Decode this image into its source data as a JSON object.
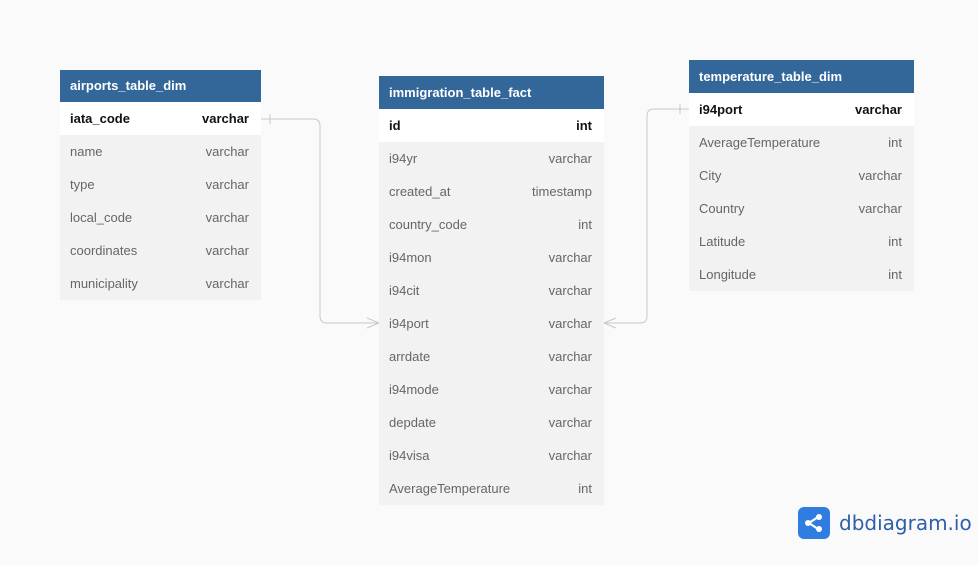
{
  "tables": {
    "airports": {
      "title": "airports_table_dim",
      "columns": [
        {
          "name": "iata_code",
          "type": "varchar"
        },
        {
          "name": "name",
          "type": "varchar"
        },
        {
          "name": "type",
          "type": "varchar"
        },
        {
          "name": "local_code",
          "type": "varchar"
        },
        {
          "name": "coordinates",
          "type": "varchar"
        },
        {
          "name": "municipality",
          "type": "varchar"
        }
      ]
    },
    "immigration": {
      "title": "immigration_table_fact",
      "columns": [
        {
          "name": "id",
          "type": "int"
        },
        {
          "name": "i94yr",
          "type": "varchar"
        },
        {
          "name": "created_at",
          "type": "timestamp"
        },
        {
          "name": "country_code",
          "type": "int"
        },
        {
          "name": "i94mon",
          "type": "varchar"
        },
        {
          "name": "i94cit",
          "type": "varchar"
        },
        {
          "name": "i94port",
          "type": "varchar"
        },
        {
          "name": "arrdate",
          "type": "varchar"
        },
        {
          "name": "i94mode",
          "type": "varchar"
        },
        {
          "name": "depdate",
          "type": "varchar"
        },
        {
          "name": "i94visa",
          "type": "varchar"
        },
        {
          "name": "AverageTemperature",
          "type": "int"
        }
      ]
    },
    "temperature": {
      "title": "temperature_table_dim",
      "columns": [
        {
          "name": "i94port",
          "type": "varchar"
        },
        {
          "name": "AverageTemperature",
          "type": "int"
        },
        {
          "name": "City",
          "type": "varchar"
        },
        {
          "name": "Country",
          "type": "varchar"
        },
        {
          "name": "Latitude",
          "type": "int"
        },
        {
          "name": "Longitude",
          "type": "int"
        }
      ]
    }
  },
  "logo": {
    "text": "dbdiagram.io",
    "icon": "share-nodes-icon"
  },
  "colors": {
    "header": "#336699",
    "body": "#f2f2f2",
    "pk_row": "#ffffff",
    "connector": "#cccccc",
    "logo": "#2f7de1"
  }
}
